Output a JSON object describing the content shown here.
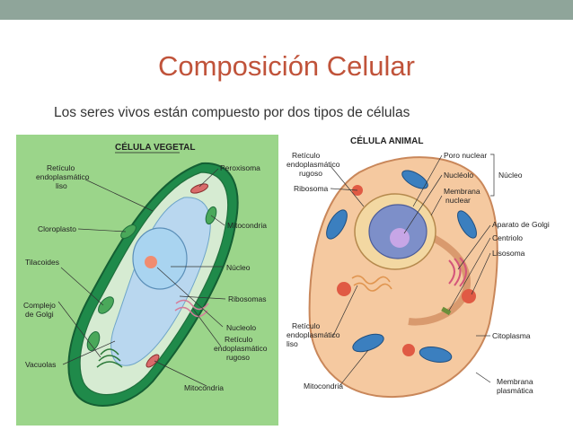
{
  "slide": {
    "title": "Composición Celular",
    "subtitle": "Los seres vivos están compuesto por dos tipos de células"
  },
  "plant_cell": {
    "heading": "CÉLULA VEGETAL",
    "labels": {
      "reticulo_liso_1": "Retículo",
      "reticulo_liso_2": "endoplasmático",
      "reticulo_liso_3": "liso",
      "peroxisoma": "Peroxisoma",
      "cloroplasto": "Cloroplasto",
      "mitocondria_top": "Mitocondria",
      "tilacoides": "Tilacoides",
      "nucleo": "Núcleo",
      "ribosomas": "Ribosomas",
      "complejo_golgi_1": "Complejo",
      "complejo_golgi_2": "de Golgi",
      "nucleolo": "Nucleolo",
      "reticulo_rugoso_1": "Retículo",
      "reticulo_rugoso_2": "endoplasmático",
      "reticulo_rugoso_3": "rugoso",
      "vacuolas": "Vacuolas",
      "mitocondria_bottom": "Mitocondria"
    }
  },
  "animal_cell": {
    "heading": "CÉLULA ANIMAL",
    "labels": {
      "reticulo_rugoso_1": "Retículo",
      "reticulo_rugoso_2": "endoplasmático",
      "reticulo_rugoso_3": "rugoso",
      "ribosoma": "Ribosoma",
      "poro_nuclear": "Poro nuclear",
      "nucleolo": "Nucléolo",
      "membrana_nuclear_1": "Membrana",
      "membrana_nuclear_2": "nuclear",
      "nucleo": "Núcleo",
      "aparato_golgi": "Aparato de Golgi",
      "centriolo": "Centriolo",
      "lisosoma": "Lisosoma",
      "reticulo_liso_1": "Retículo",
      "reticulo_liso_2": "endoplasmático",
      "reticulo_liso_3": "liso",
      "citoplasma": "Citoplasma",
      "mitocondria": "Mitocondria",
      "membrana_plasmatica_1": "Membrana",
      "membrana_plasmatica_2": "plasmática"
    }
  },
  "colors": {
    "topbar": "#8fa59a",
    "title": "#c0533a",
    "plant_bg": "#9bd58a",
    "plant_wall": "#1f8a4a",
    "animal_cytoplasm": "#f5c9a0",
    "nucleus": "#7d8fc9"
  }
}
